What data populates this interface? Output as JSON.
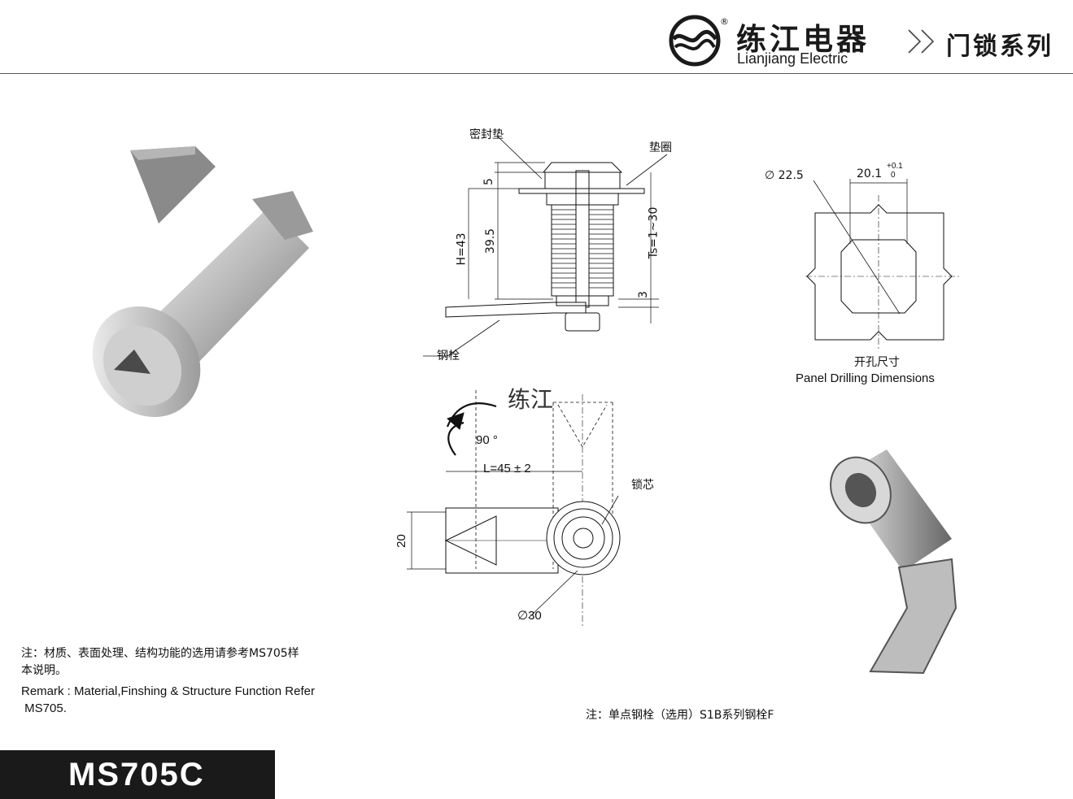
{
  "header": {
    "brand_cn": "练江电器",
    "brand_en": "Lianjiang Electric",
    "registered": "®",
    "series_arrows": "»",
    "series": "门锁系列"
  },
  "drawing": {
    "label_gasket": "密封垫",
    "label_washer": "垫圈",
    "label_steel_cam": "钢栓",
    "label_lock_core": "锁芯",
    "dim_5": "5",
    "dim_h": "H=43",
    "dim_39_5": "39.5",
    "dim_ts": "Ts=1~30",
    "dim_3": "3",
    "dim_dia_22_5": "∅ 22.5",
    "dim_20_1": "20.1",
    "dim_tol_upper": "+0.1",
    "dim_tol_lower": "0",
    "panel_cn": "开孔尺寸",
    "panel_en": "Panel Drilling Dimensions",
    "watermark": "练江",
    "rotation": "90 °",
    "dim_length": "L=45 ± 2",
    "dim_20": "20",
    "dim_dia_30": "∅30"
  },
  "notes": {
    "cn_line1": "注：材质、表面处理、结构功能的选用请参考MS705样",
    "cn_line2": "本说明。",
    "en_line1": "Remark : Material,Finshing & Structure Function Refer",
    "en_line2": " MS705.",
    "cam_note": "注：单点钢栓（选用）S1B系列钢栓F"
  },
  "model": "MS705C"
}
